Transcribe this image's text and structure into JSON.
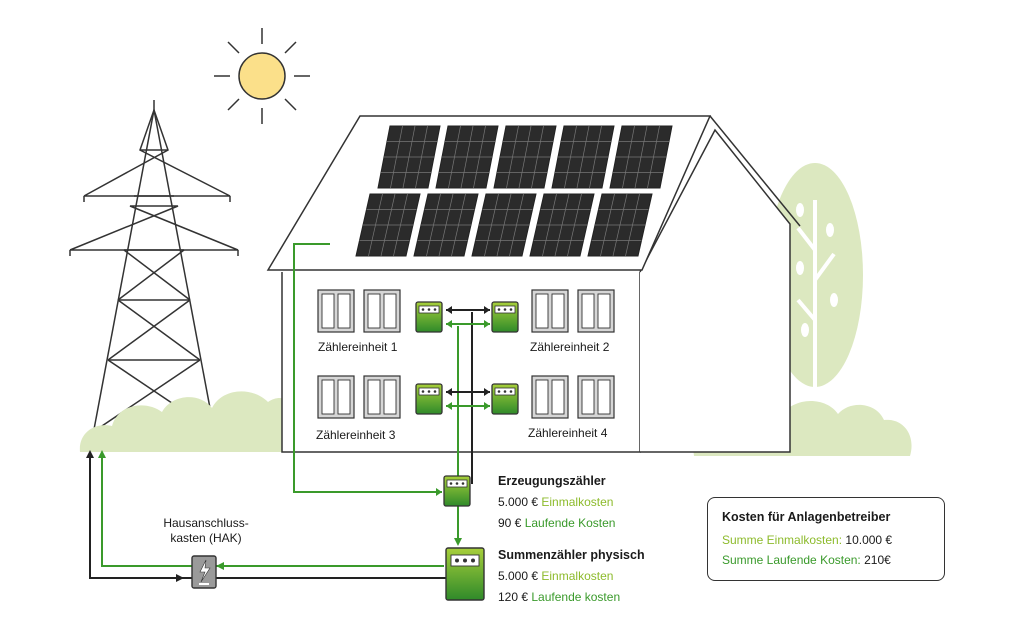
{
  "units": {
    "unit1": "Zählereinheit 1",
    "unit2": "Zählereinheit 2",
    "unit3": "Zählereinheit 3",
    "unit4": "Zählereinheit 4"
  },
  "hak": {
    "line1": "Hausanschluss-",
    "line2": "kasten (HAK)"
  },
  "erzeugung": {
    "title": "Erzeugungszähler",
    "one_time_amount": "5.000 €",
    "one_time_label": "Einmalkosten",
    "running_amount": "90 €",
    "running_label": "Laufende Kosten"
  },
  "summen": {
    "title": "Summenzähler physisch",
    "one_time_amount": "5.000 €",
    "one_time_label": "Einmalkosten",
    "running_amount": "120 €",
    "running_label": "Laufende kosten"
  },
  "cost_box": {
    "title": "Kosten für Anlagenbetreiber",
    "sum_one_time_label": "Summe Einmalkosten:",
    "sum_one_time_value": "10.000 €",
    "sum_running_label": "Summe Laufende Kosten:",
    "sum_running_value": "210€"
  },
  "colors": {
    "green_dark": "#3a9a2b",
    "green_light": "#8dbb2c",
    "foliage": "#dce8c0",
    "sun": "#fbe08a",
    "panel": "#2b2b2b"
  }
}
